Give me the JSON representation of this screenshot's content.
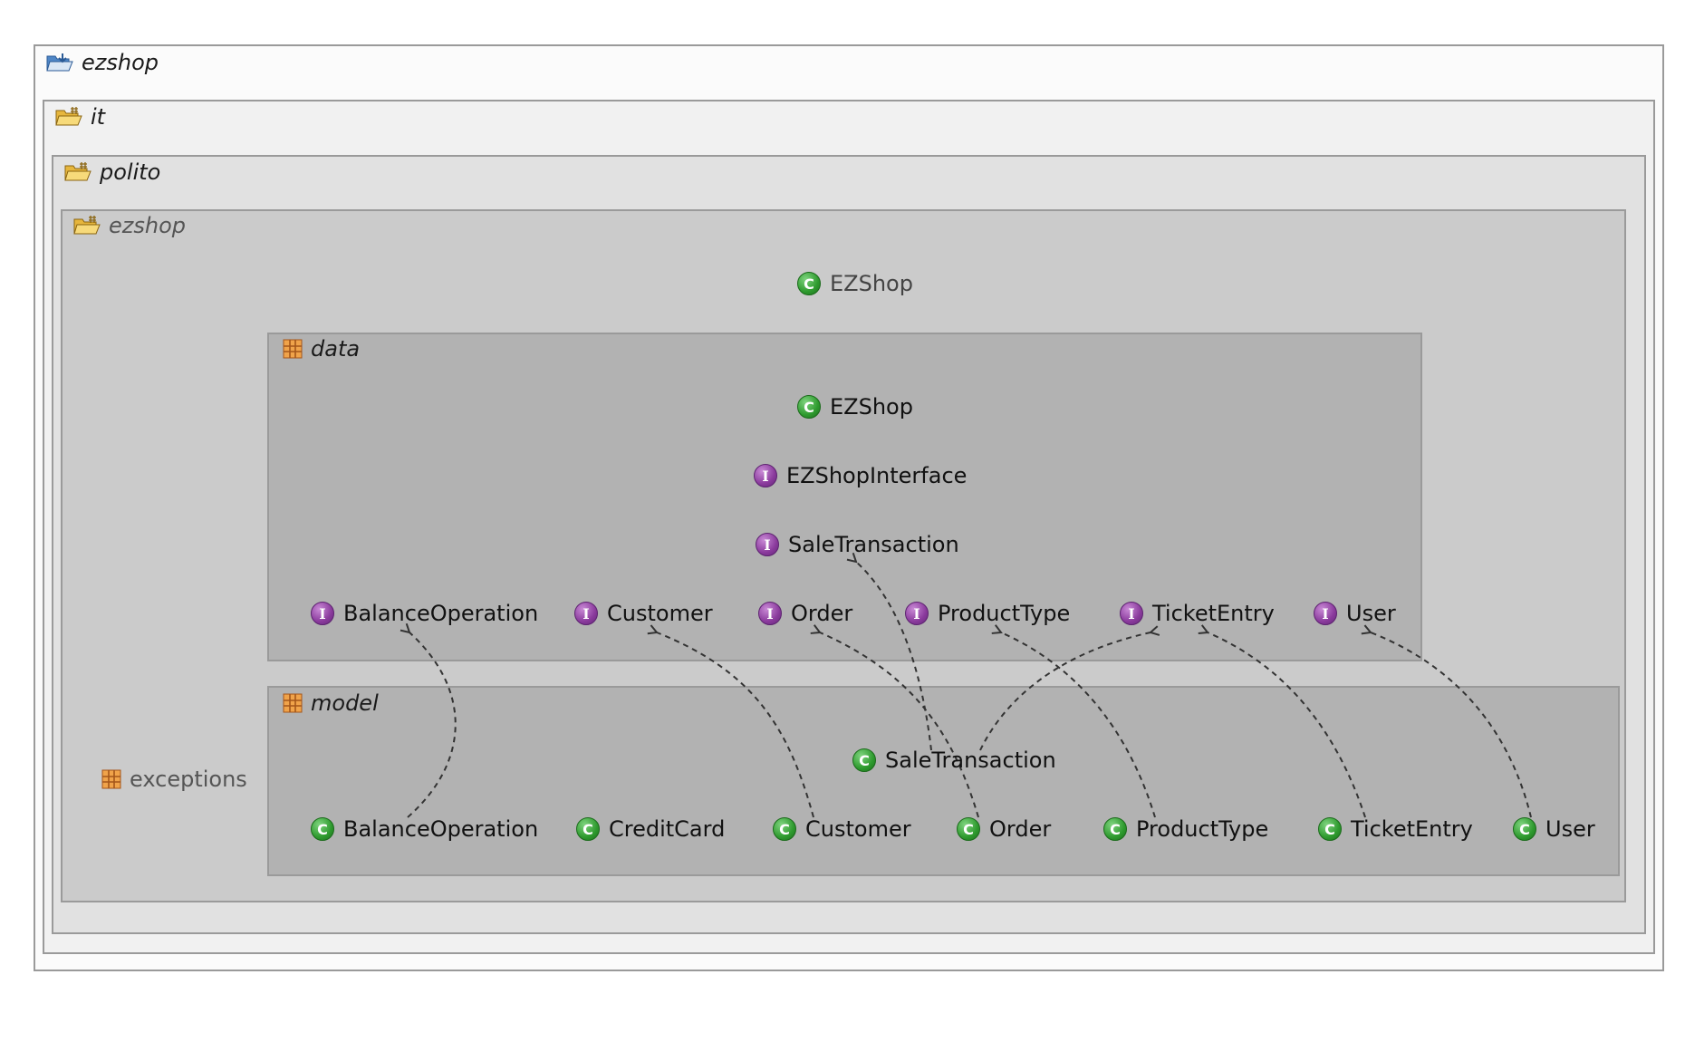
{
  "packages": {
    "root": {
      "label": "ezshop"
    },
    "it": {
      "label": "it"
    },
    "polito": {
      "label": "polito"
    },
    "ezshop": {
      "label": "ezshop"
    },
    "data": {
      "label": "data"
    },
    "model": {
      "label": "model"
    },
    "exceptions": {
      "label": "exceptions"
    }
  },
  "classes": {
    "ezshop_main": {
      "label": "EZShop",
      "kind": "class"
    },
    "data_ezshop": {
      "label": "EZShop",
      "kind": "class"
    },
    "data_interface": {
      "label": "EZShopInterface",
      "kind": "interface"
    },
    "data_sale": {
      "label": "SaleTransaction",
      "kind": "interface"
    },
    "data_balance": {
      "label": "BalanceOperation",
      "kind": "interface"
    },
    "data_customer": {
      "label": "Customer",
      "kind": "interface"
    },
    "data_order": {
      "label": "Order",
      "kind": "interface"
    },
    "data_product": {
      "label": "ProductType",
      "kind": "interface"
    },
    "data_ticket": {
      "label": "TicketEntry",
      "kind": "interface"
    },
    "data_user": {
      "label": "User",
      "kind": "interface"
    },
    "model_sale": {
      "label": "SaleTransaction",
      "kind": "class"
    },
    "model_balance": {
      "label": "BalanceOperation",
      "kind": "class"
    },
    "model_credit": {
      "label": "CreditCard",
      "kind": "class"
    },
    "model_customer": {
      "label": "Customer",
      "kind": "class"
    },
    "model_order": {
      "label": "Order",
      "kind": "class"
    },
    "model_product": {
      "label": "ProductType",
      "kind": "class"
    },
    "model_ticket": {
      "label": "TicketEntry",
      "kind": "class"
    },
    "model_user": {
      "label": "User",
      "kind": "class"
    }
  },
  "badges": {
    "class_letter": "C",
    "interface_letter": "I"
  },
  "colors": {
    "class_badge": "#2e9a2e",
    "interface_badge": "#8a3a9c",
    "edge": "#333333"
  },
  "edges": [
    {
      "from": "model_balance",
      "to": "data_balance",
      "style": "dashed"
    },
    {
      "from": "model_customer",
      "to": "data_customer",
      "style": "dashed"
    },
    {
      "from": "model_order",
      "to": "data_order",
      "style": "dashed"
    },
    {
      "from": "model_sale",
      "to": "data_sale",
      "style": "dashed"
    },
    {
      "from": "model_sale",
      "to": "data_ticket",
      "style": "dashed"
    },
    {
      "from": "model_product",
      "to": "data_product",
      "style": "dashed"
    },
    {
      "from": "model_ticket",
      "to": "data_ticket",
      "style": "dashed"
    },
    {
      "from": "model_user",
      "to": "data_user",
      "style": "dashed"
    }
  ]
}
